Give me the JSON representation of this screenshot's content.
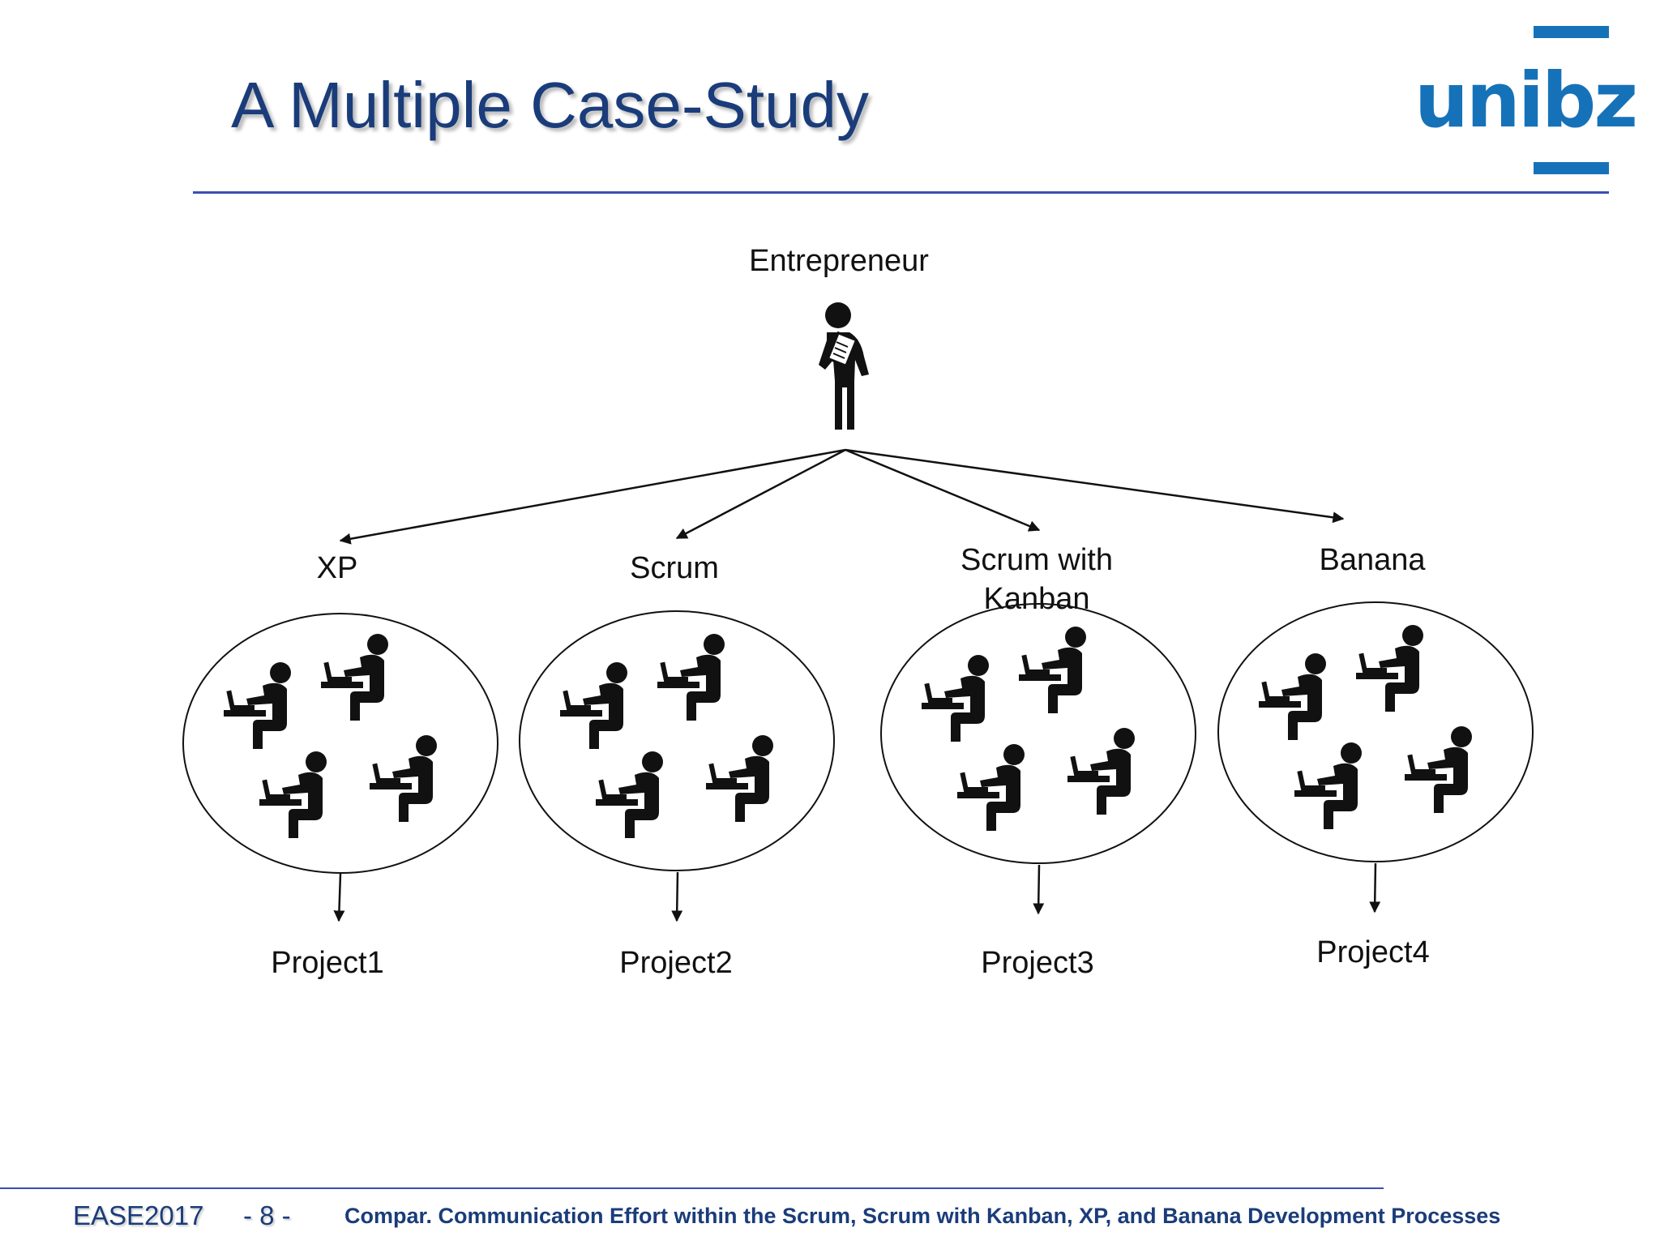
{
  "slide": {
    "title": "A Multiple Case-Study",
    "logo_text": "unibz",
    "colors": {
      "title": "#1a3c7a",
      "logo": "#1672b8",
      "rule": "#3a4fb5",
      "diagram": "#111111"
    }
  },
  "diagram": {
    "root": {
      "label": "Entrepreneur",
      "icon": "businessman-with-clipboard-icon"
    },
    "branches": [
      {
        "process": [
          "XP"
        ],
        "project": "Project1",
        "team_icon": "team-at-laptops-icon",
        "team_members": 4
      },
      {
        "process": [
          "Scrum"
        ],
        "project": "Project2",
        "team_icon": "team-at-laptops-icon",
        "team_members": 4
      },
      {
        "process": [
          "Scrum with",
          "Kanban"
        ],
        "project": "Project3",
        "team_icon": "team-at-laptops-icon",
        "team_members": 4
      },
      {
        "process": [
          "Banana"
        ],
        "project": "Project4",
        "team_icon": "team-at-laptops-icon",
        "team_members": 4
      }
    ]
  },
  "footer": {
    "conference": "EASE2017",
    "page": "- 8 -",
    "description": "Compar. Communication Effort  within the Scrum, Scrum with Kanban, XP, and Banana Development Processes"
  }
}
